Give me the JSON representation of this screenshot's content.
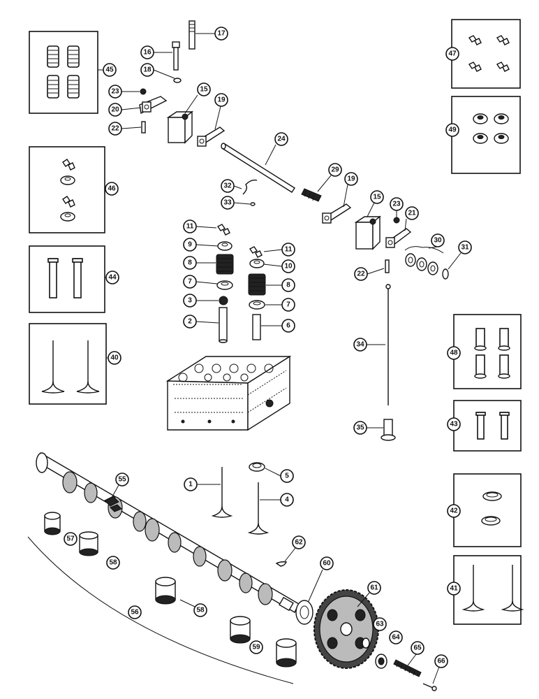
{
  "callouts": {
    "c1": "1",
    "c2": "2",
    "c3": "3",
    "c4": "4",
    "c5": "5",
    "c6": "6",
    "c7a": "7",
    "c7b": "7",
    "c8a": "8",
    "c8b": "8",
    "c9": "9",
    "c10": "10",
    "c11a": "11",
    "c11b": "11",
    "c15a": "15",
    "c15b": "15",
    "c16": "16",
    "c17": "17",
    "c18": "18",
    "c19a": "19",
    "c19b": "19",
    "c20": "20",
    "c21": "21",
    "c22a": "22",
    "c22b": "22",
    "c23a": "23",
    "c23b": "23",
    "c24": "24",
    "c29": "29",
    "c30": "30",
    "c31": "31",
    "c32": "32",
    "c33": "33",
    "c34": "34",
    "c35": "35",
    "c40": "40",
    "c41": "41",
    "c42": "42",
    "c43": "43",
    "c44": "44",
    "c45": "45",
    "c46": "46",
    "c47": "47",
    "c48": "48",
    "c49": "49",
    "c55": "55",
    "c56": "56",
    "c57": "57",
    "c58a": "58",
    "c58b": "58",
    "c59": "59",
    "c60": "60",
    "c61": "61",
    "c62": "62",
    "c63": "63",
    "c64": "64",
    "c65": "65",
    "c66": "66"
  }
}
